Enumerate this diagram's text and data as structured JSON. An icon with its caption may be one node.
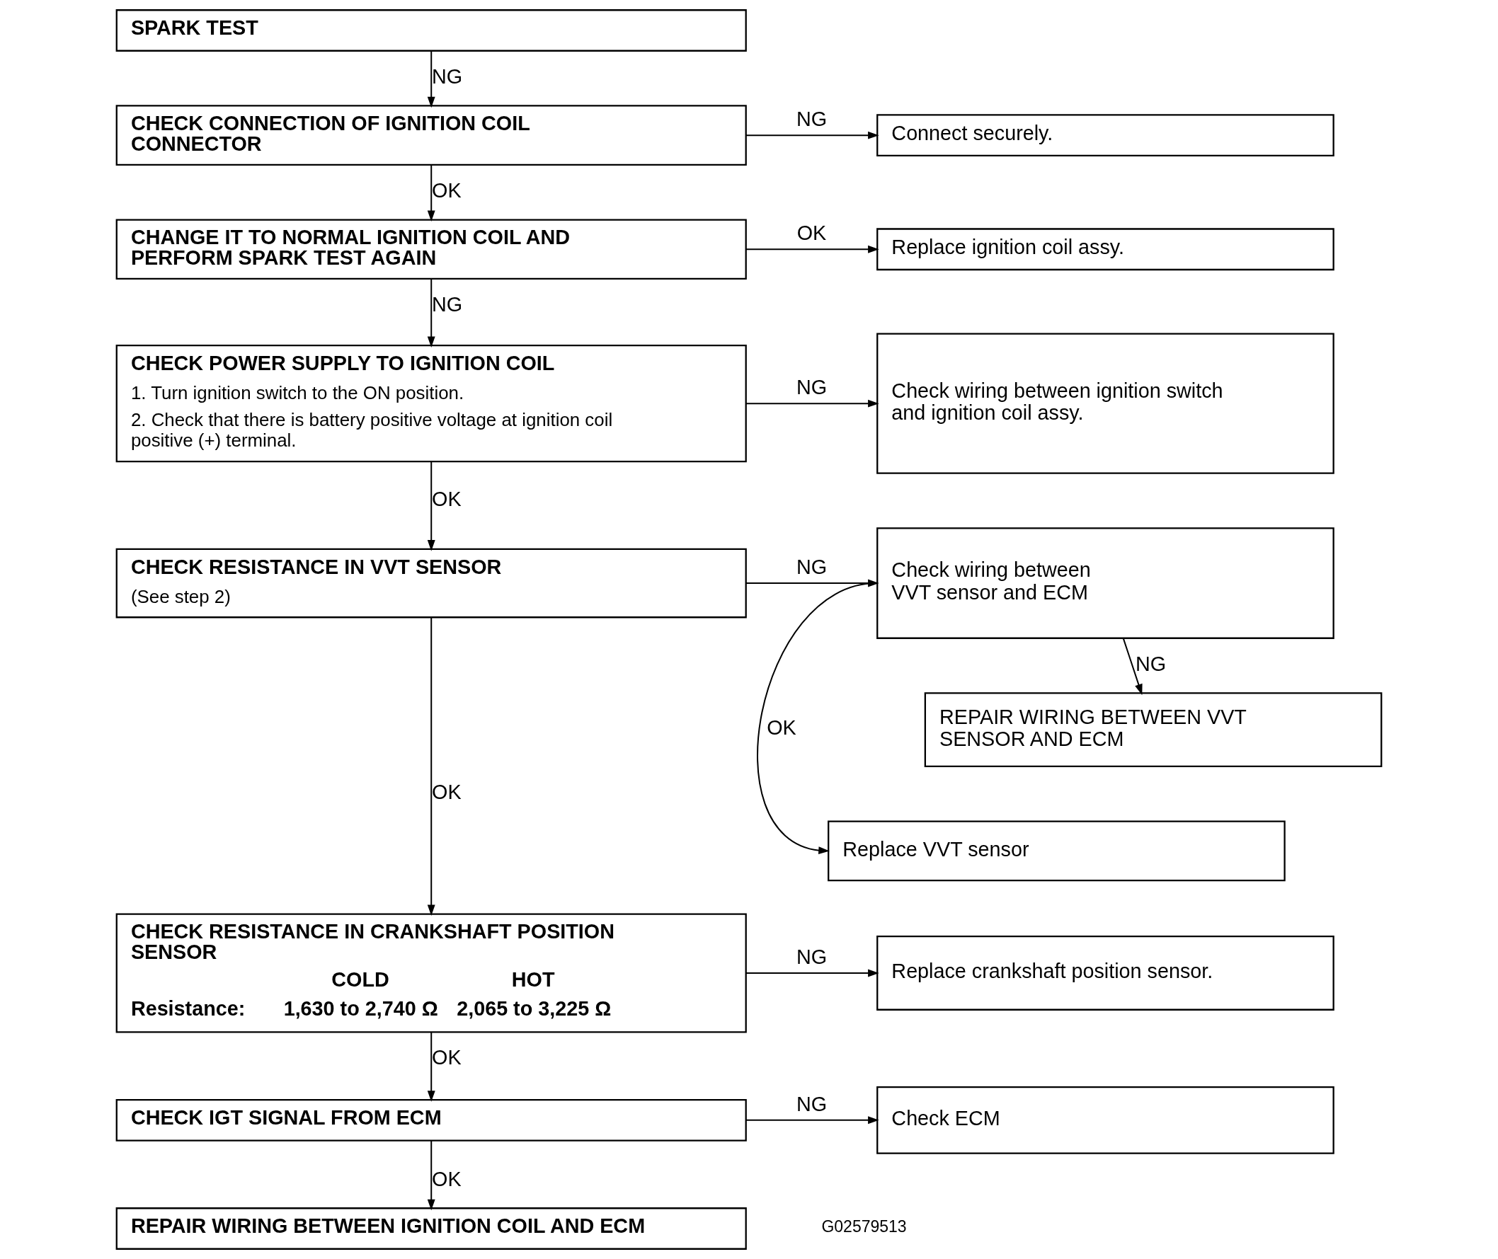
{
  "diagram": {
    "nodes": [
      {
        "text": [
          "SPARK TEST"
        ]
      },
      {
        "text": [
          "CHECK CONNECTION OF IGNITION COIL CONNECTOR"
        ]
      },
      {
        "text": [
          "Connect securely."
        ]
      },
      {
        "text": [
          "CHANGE IT TO NORMAL IGNITION COIL AND PERFORM SPARK TEST AGAIN"
        ]
      },
      {
        "text": [
          "Replace ignition coil assy."
        ]
      },
      {
        "text": [
          "CHECK POWER SUPPLY TO IGNITION COIL",
          "1. Turn ignition switch to the ON position.",
          "2. Check that there is battery positive voltage at ignition coil positive (+) terminal."
        ]
      },
      {
        "text": [
          "Check wiring between ignition switch and ignition coil assy."
        ]
      },
      {
        "text": [
          "CHECK RESISTANCE IN VVT SENSOR",
          "(See step 2)"
        ]
      },
      {
        "text": [
          "Check wiring between VVT sensor and ECM"
        ]
      },
      {
        "text": [
          "REPAIR WIRING BETWEEN VVT SENSOR AND ECM"
        ]
      },
      {
        "text": [
          "CHECK RESISTANCE IN CRANKSHAFT POSITION SENSOR",
          "COLD",
          "HOT",
          "Resistance:",
          "1,630 to 2,740 Ω",
          "2,065 to 3,225 Ω"
        ]
      },
      {
        "text": [
          "Replace VVT sensor"
        ]
      },
      {
        "text": [
          "Replace crankshaft position sensor."
        ]
      },
      {
        "text": [
          "CHECK IGT SIGNAL FROM ECM"
        ]
      },
      {
        "text": [
          "Check ECM"
        ]
      },
      {
        "text": [
          "REPAIR WIRING BETWEEN IGNITION COIL AND ECM"
        ]
      }
    ],
    "edges": [
      {
        "from": 0,
        "to": 1,
        "arrow": "to",
        "label": "NG"
      },
      {
        "from": 1,
        "to": 2,
        "arrow": "to",
        "label": "NG"
      },
      {
        "from": 1,
        "to": 3,
        "arrow": "to",
        "label": "OK"
      },
      {
        "from": 3,
        "to": 4,
        "arrow": "to",
        "label": "OK"
      },
      {
        "from": 3,
        "to": 5,
        "arrow": "to",
        "label": "NG"
      },
      {
        "from": 5,
        "to": 6,
        "arrow": "to",
        "label": "NG"
      },
      {
        "from": 5,
        "to": 7,
        "arrow": "to",
        "label": "OK"
      },
      {
        "from": 7,
        "to": 8,
        "arrow": "to",
        "label": "NG"
      },
      {
        "from": 7,
        "to": 10,
        "arrow": "to",
        "label": "OK"
      },
      {
        "from": 8,
        "to": 9,
        "arrow": "to",
        "label": "NG"
      },
      {
        "from": 8,
        "to": 11,
        "arrow": "to",
        "label": "OK"
      },
      {
        "from": 10,
        "to": 12,
        "arrow": "to",
        "label": "NG"
      },
      {
        "from": 10,
        "to": 13,
        "arrow": "to",
        "label": "OK"
      },
      {
        "from": 13,
        "to": 14,
        "arrow": "to",
        "label": "NG"
      },
      {
        "from": 13,
        "to": 15,
        "arrow": "to",
        "label": "OK"
      }
    ],
    "labels": [
      "G02579513"
    ]
  }
}
